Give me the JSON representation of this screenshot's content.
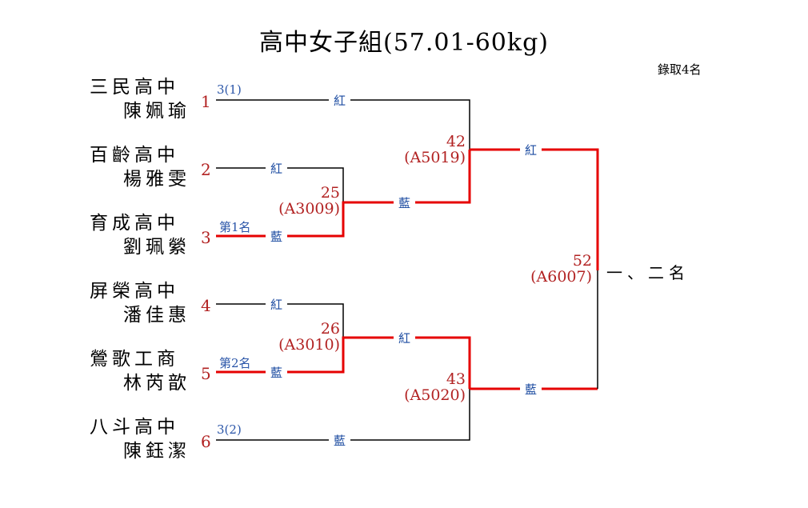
{
  "title": "高中女子組(57.01-60kg)",
  "note": "錄取4名",
  "colors": {
    "winner_line": "#e60000",
    "line": "#000000",
    "seed": "#b22222",
    "corner": "#1a4aa0",
    "match": "#b22222"
  },
  "entrants": [
    {
      "seed": "1",
      "school": "三民高中",
      "player": "陳姵瑜",
      "tag": "3(1)"
    },
    {
      "seed": "2",
      "school": "百齡高中",
      "player": "楊雅雯",
      "tag": ""
    },
    {
      "seed": "3",
      "school": "育成高中",
      "player": "劉珮縈",
      "tag": "第1名"
    },
    {
      "seed": "4",
      "school": "屏榮高中",
      "player": "潘佳惠",
      "tag": ""
    },
    {
      "seed": "5",
      "school": "鶯歌工商",
      "player": "林芮歆",
      "tag": "第2名"
    },
    {
      "seed": "6",
      "school": "八斗高中",
      "player": "陳鈺潔",
      "tag": "3(2)"
    }
  ],
  "matches": [
    {
      "number": "25",
      "code": "(A3009)",
      "top_corner": "紅",
      "bottom_corner": "藍"
    },
    {
      "number": "26",
      "code": "(A3010)",
      "top_corner": "紅",
      "bottom_corner": "藍"
    },
    {
      "number": "42",
      "code": "(A5019)",
      "top_corner": "紅",
      "bottom_corner": "藍"
    },
    {
      "number": "43",
      "code": "(A5020)",
      "top_corner": "紅",
      "bottom_corner": "藍"
    },
    {
      "number": "52",
      "code": "(A6007)",
      "top_corner": "紅",
      "bottom_corner": "藍"
    }
  ],
  "final_result_label": "一、二名"
}
